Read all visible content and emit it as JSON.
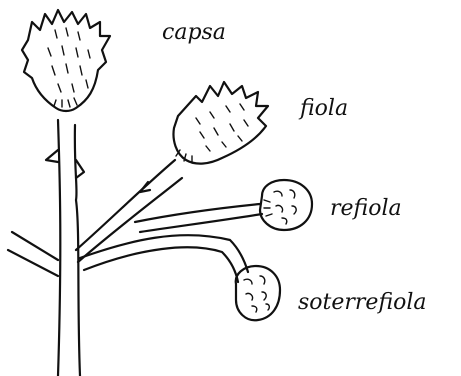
{
  "figure": {
    "labels": {
      "capsa": "capsa",
      "fiola": "fiola",
      "refiola": "refiola",
      "soterrefiola": "soterrefiola"
    },
    "ink_color": "#111111",
    "background": "#ffffff"
  }
}
